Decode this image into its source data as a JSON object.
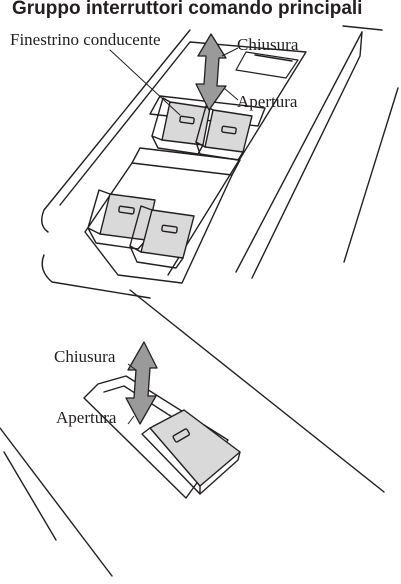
{
  "title": "Gruppo interruttori comando principali",
  "labels": {
    "driver_window": "Finestrino conducente",
    "close_top": "Chiusura",
    "open_top": "Apertura",
    "close_bottom": "Chiusura",
    "open_bottom": "Apertura"
  },
  "colors": {
    "line": "#231f20",
    "switch_fill": "#d9d9d9",
    "arrow_fill": "#9a9a9a"
  }
}
